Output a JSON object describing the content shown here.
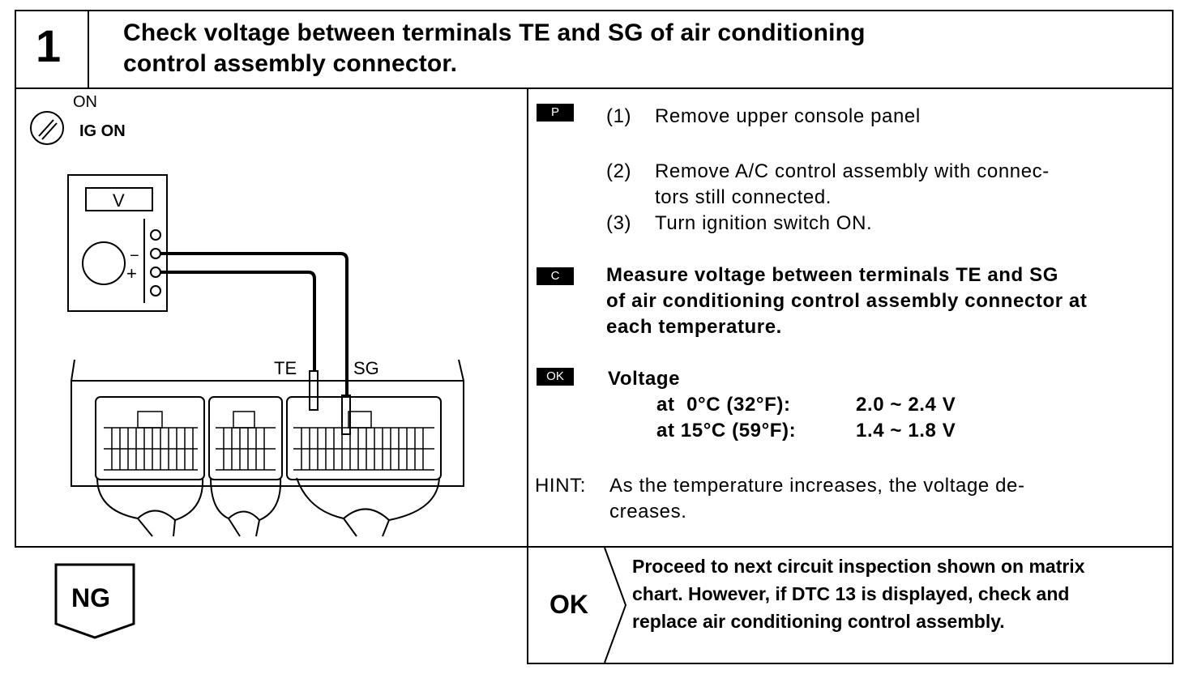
{
  "step": {
    "number": "1",
    "title_line1": "Check voltage between terminals TE and SG of air conditioning",
    "title_line2": "control assembly connector."
  },
  "diagram": {
    "ignition_on": "ON",
    "ignition_label": "IG ON",
    "meter_label": "V",
    "minus": "−",
    "plus": "+",
    "terminal_te": "TE",
    "terminal_sg": "SG"
  },
  "procedure": {
    "tag_p": "P",
    "step1_num": "(1)",
    "step1": "Remove upper console panel",
    "step2_num": "(2)",
    "step2_line1": "Remove A/C control assembly with connec-",
    "step2_line2": "tors still connected.",
    "step3_num": "(3)",
    "step3": "Turn ignition switch ON.",
    "tag_c": "C",
    "measure_line1": "Measure voltage between terminals TE and SG",
    "measure_line2": "of air conditioning control assembly connector at",
    "measure_line3": "each temperature.",
    "tag_ok": "OK",
    "voltage_title": "Voltage",
    "row1_temp": "at  0°C (32°F):",
    "row1_val": "2.0 ~ 2.4 V",
    "row2_temp": "at 15°C (59°F):",
    "row2_val": "1.4 ~ 1.8 V",
    "hint_label": "HINT:",
    "hint_line1": "As the temperature increases, the voltage de-",
    "hint_line2": "creases."
  },
  "results": {
    "ng": "NG",
    "ok": "OK",
    "ok_line1": "Proceed to next circuit inspection shown on matrix",
    "ok_line2": "chart. However, if DTC 13 is displayed, check and",
    "ok_line3": "replace air conditioning control assembly."
  }
}
